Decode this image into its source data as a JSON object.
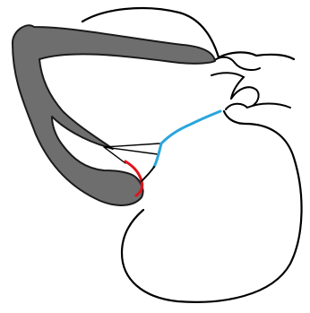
{
  "colors": {
    "background": "#ffffff",
    "outline": "#000000",
    "gray_band_fill": "#6e6e6e",
    "gray_band_stroke": "#1a1a1a",
    "blue_line": "#2aa6dc",
    "red_line": "#e0141c"
  },
  "elements": [
    {
      "name": "gray-curved-band",
      "kind": "shaded band",
      "color_key": "gray_band_fill"
    },
    {
      "name": "upper-lobe-outline",
      "kind": "outline"
    },
    {
      "name": "lower-lobe-outline",
      "kind": "outline"
    },
    {
      "name": "blue-segment",
      "kind": "highlighted edge",
      "color_key": "blue_line"
    },
    {
      "name": "red-segment",
      "kind": "highlighted edge",
      "color_key": "red_line"
    },
    {
      "name": "thin-connector-lines",
      "kind": "lines"
    }
  ]
}
